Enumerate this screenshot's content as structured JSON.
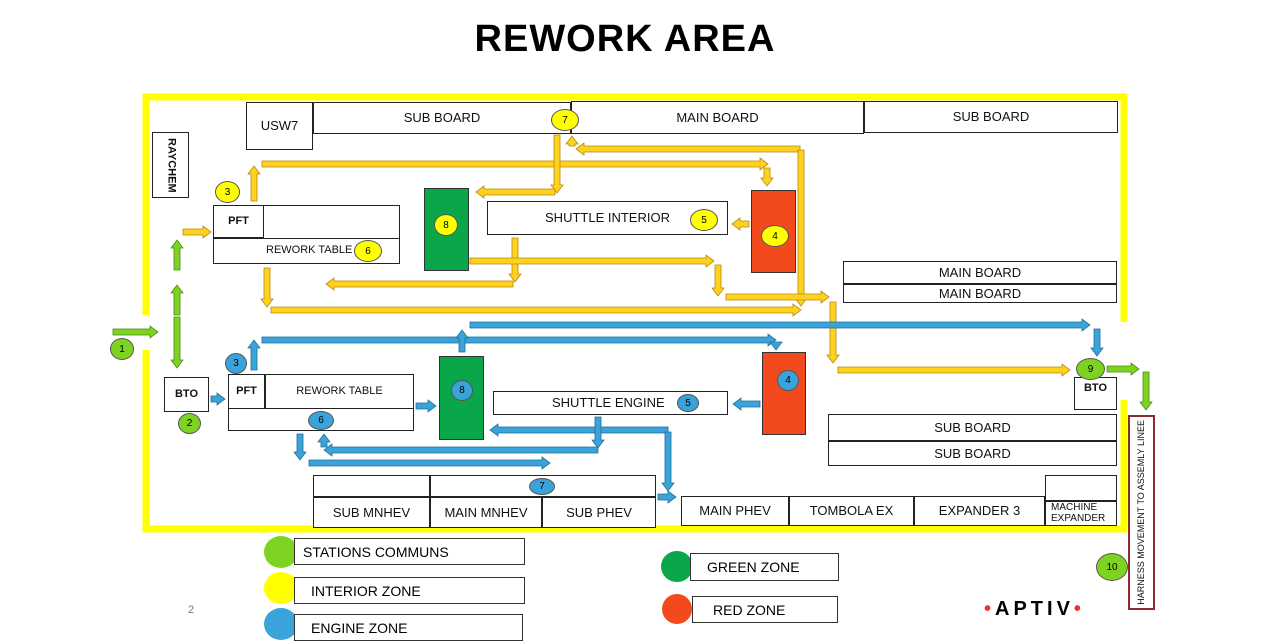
{
  "title": "REWORK AREA",
  "page_number": "2",
  "brand": {
    "text": "APTIV",
    "dot_color": "#e53935"
  },
  "colors": {
    "yellow": "#ffff00",
    "yellow_arrow": "#ffd21f",
    "green": "#7ed321",
    "blue": "#3aa3d9",
    "green_zone": "#0aa64a",
    "red_zone": "#f24a1d",
    "boundary": "#ffff00"
  },
  "labels": {
    "usw7": "USW7",
    "sub_board_top_left": "SUB BOARD",
    "main_board_top": "MAIN BOARD",
    "sub_board_top_right": "SUB BOARD",
    "raychem": "RAYCHEM",
    "pft_upper": "PFT",
    "rework_table_upper": "REWORK TABLE",
    "shuttle_interior": "SHUTTLE INTERIOR",
    "main_board_right_1": "MAIN BOARD",
    "main_board_right_2": "MAIN BOARD",
    "bto_left": "BTO",
    "pft_lower": "PFT",
    "rework_table_lower": "REWORK TABLE",
    "shuttle_engine": "SHUTTLE ENGINE",
    "bto_right": "BTO",
    "sub_board_right_1": "SUB BOARD",
    "sub_board_right_2": "SUB BOARD",
    "sub_mnhev": "SUB MNHEV",
    "main_mnhev": "MAIN MNHEV",
    "sub_phev": "SUB PHEV",
    "main_phev": "MAIN PHEV",
    "tombola_ex": "TOMBOLA EX",
    "expander_3": "EXPANDER 3",
    "machine_expander": "MACHINE EXPANDER",
    "harness": "HARNESS MOVEMENT TO ASSEMLY LINEE"
  },
  "markers": {
    "m1": "1",
    "m2": "2",
    "m3y": "3",
    "m3b": "3",
    "m4r": "4",
    "m4b": "4",
    "m5y": "5",
    "m5b": "5",
    "m6y": "6",
    "m6b": "6",
    "m7y": "7",
    "m7b": "7",
    "m8y": "8",
    "m8b": "8",
    "m9": "9",
    "m10": "10"
  },
  "legend": {
    "stations_communs": "STATIONS COMMUNS",
    "interior_zone": "INTERIOR ZONE",
    "engine_zone": "ENGINE ZONE",
    "green_zone": "GREEN ZONE",
    "red_zone": "RED ZONE"
  }
}
